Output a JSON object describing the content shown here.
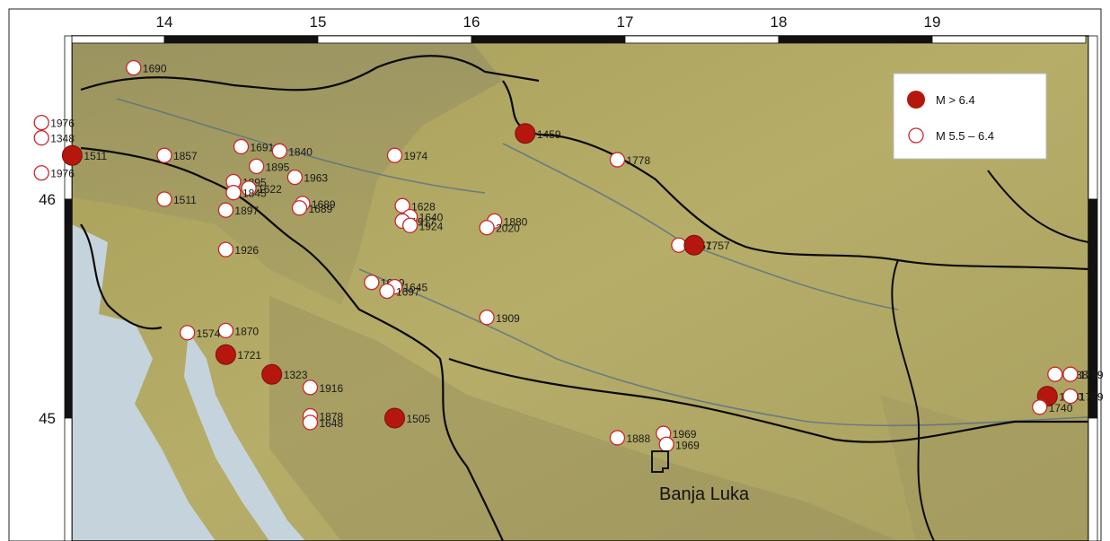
{
  "axes": {
    "lon_ticks": [
      "14",
      "15",
      "16",
      "17",
      "18",
      "19"
    ],
    "lat_ticks": [
      "46",
      "45"
    ]
  },
  "legend": {
    "major": {
      "label": "M > 6.4",
      "color": "#b5170f"
    },
    "minor": {
      "label": "M 5.5 – 6.4",
      "color": "#ffffff"
    }
  },
  "city": {
    "name": "Banja Luka"
  },
  "colors": {
    "land": "#b3aa64",
    "sea": "#c9d6dc",
    "border": "#0a0a0a",
    "marker_major": "#b5170f",
    "marker_minor_stroke": "#c9262a"
  },
  "events": [
    {
      "year": "1690",
      "mag": "minor",
      "lon": 13.8,
      "lat": 46.6
    },
    {
      "year": "1976",
      "mag": "minor",
      "lon": 13.2,
      "lat": 46.35
    },
    {
      "year": "1348",
      "mag": "minor",
      "lon": 13.2,
      "lat": 46.28
    },
    {
      "year": "1511",
      "mag": "major",
      "lon": 13.4,
      "lat": 46.2
    },
    {
      "year": "1976",
      "mag": "minor",
      "lon": 13.2,
      "lat": 46.12
    },
    {
      "year": "1857",
      "mag": "minor",
      "lon": 14.0,
      "lat": 46.2
    },
    {
      "year": "1691",
      "mag": "minor",
      "lon": 14.5,
      "lat": 46.24
    },
    {
      "year": "1840",
      "mag": "minor",
      "lon": 14.75,
      "lat": 46.22
    },
    {
      "year": "1895",
      "mag": "minor",
      "lon": 14.6,
      "lat": 46.15
    },
    {
      "year": "1963",
      "mag": "minor",
      "lon": 14.85,
      "lat": 46.1
    },
    {
      "year": "1895",
      "mag": "minor",
      "lon": 14.45,
      "lat": 46.08
    },
    {
      "year": "1622",
      "mag": "minor",
      "lon": 14.55,
      "lat": 46.05
    },
    {
      "year": "1845",
      "mag": "minor",
      "lon": 14.45,
      "lat": 46.03
    },
    {
      "year": "1511",
      "mag": "minor",
      "lon": 14.0,
      "lat": 46.0
    },
    {
      "year": "1689",
      "mag": "minor",
      "lon": 14.9,
      "lat": 45.98
    },
    {
      "year": "1689",
      "mag": "minor",
      "lon": 14.88,
      "lat": 45.96
    },
    {
      "year": "1897",
      "mag": "minor",
      "lon": 14.4,
      "lat": 45.95
    },
    {
      "year": "1974",
      "mag": "minor",
      "lon": 15.5,
      "lat": 46.2
    },
    {
      "year": "1628",
      "mag": "minor",
      "lon": 15.55,
      "lat": 45.97
    },
    {
      "year": "1640",
      "mag": "minor",
      "lon": 15.6,
      "lat": 45.92
    },
    {
      "year": "1917",
      "mag": "minor",
      "lon": 15.55,
      "lat": 45.9
    },
    {
      "year": "1924",
      "mag": "minor",
      "lon": 15.6,
      "lat": 45.88
    },
    {
      "year": "1880",
      "mag": "minor",
      "lon": 16.15,
      "lat": 45.9
    },
    {
      "year": "2020",
      "mag": "minor",
      "lon": 16.1,
      "lat": 45.87
    },
    {
      "year": "1926",
      "mag": "minor",
      "lon": 14.4,
      "lat": 45.77
    },
    {
      "year": "1699",
      "mag": "minor",
      "lon": 15.35,
      "lat": 45.62
    },
    {
      "year": "1645",
      "mag": "minor",
      "lon": 15.5,
      "lat": 45.6
    },
    {
      "year": "1697",
      "mag": "minor",
      "lon": 15.45,
      "lat": 45.58
    },
    {
      "year": "1909",
      "mag": "minor",
      "lon": 16.1,
      "lat": 45.46
    },
    {
      "year": "1459",
      "mag": "major",
      "lon": 16.35,
      "lat": 46.3
    },
    {
      "year": "1778",
      "mag": "minor",
      "lon": 16.95,
      "lat": 46.18
    },
    {
      "year": "1757",
      "mag": "minor",
      "lon": 17.35,
      "lat": 45.79
    },
    {
      "year": "1757",
      "mag": "major",
      "lon": 17.45,
      "lat": 45.79
    },
    {
      "year": "1870",
      "mag": "minor",
      "lon": 14.4,
      "lat": 45.4
    },
    {
      "year": "1574",
      "mag": "minor",
      "lon": 14.15,
      "lat": 45.39
    },
    {
      "year": "1721",
      "mag": "major",
      "lon": 14.4,
      "lat": 45.29
    },
    {
      "year": "1323",
      "mag": "major",
      "lon": 14.7,
      "lat": 45.2
    },
    {
      "year": "1916",
      "mag": "minor",
      "lon": 14.95,
      "lat": 45.14
    },
    {
      "year": "1878",
      "mag": "minor",
      "lon": 14.95,
      "lat": 45.01
    },
    {
      "year": "1648",
      "mag": "minor",
      "lon": 14.95,
      "lat": 44.98
    },
    {
      "year": "1505",
      "mag": "major",
      "lon": 15.5,
      "lat": 45.0
    },
    {
      "year": "1888",
      "mag": "minor",
      "lon": 16.95,
      "lat": 44.91
    },
    {
      "year": "1969",
      "mag": "minor",
      "lon": 17.25,
      "lat": 44.93
    },
    {
      "year": "1969",
      "mag": "minor",
      "lon": 17.27,
      "lat": 44.88
    },
    {
      "year": "1788",
      "mag": "minor",
      "lon": 19.8,
      "lat": 45.2
    },
    {
      "year": "1739",
      "mag": "minor",
      "lon": 19.9,
      "lat": 45.2
    },
    {
      "year": "1740",
      "mag": "major",
      "lon": 19.75,
      "lat": 45.1
    },
    {
      "year": "1740",
      "mag": "minor",
      "lon": 19.7,
      "lat": 45.05
    },
    {
      "year": "1789",
      "mag": "minor",
      "lon": 19.9,
      "lat": 45.1
    }
  ]
}
